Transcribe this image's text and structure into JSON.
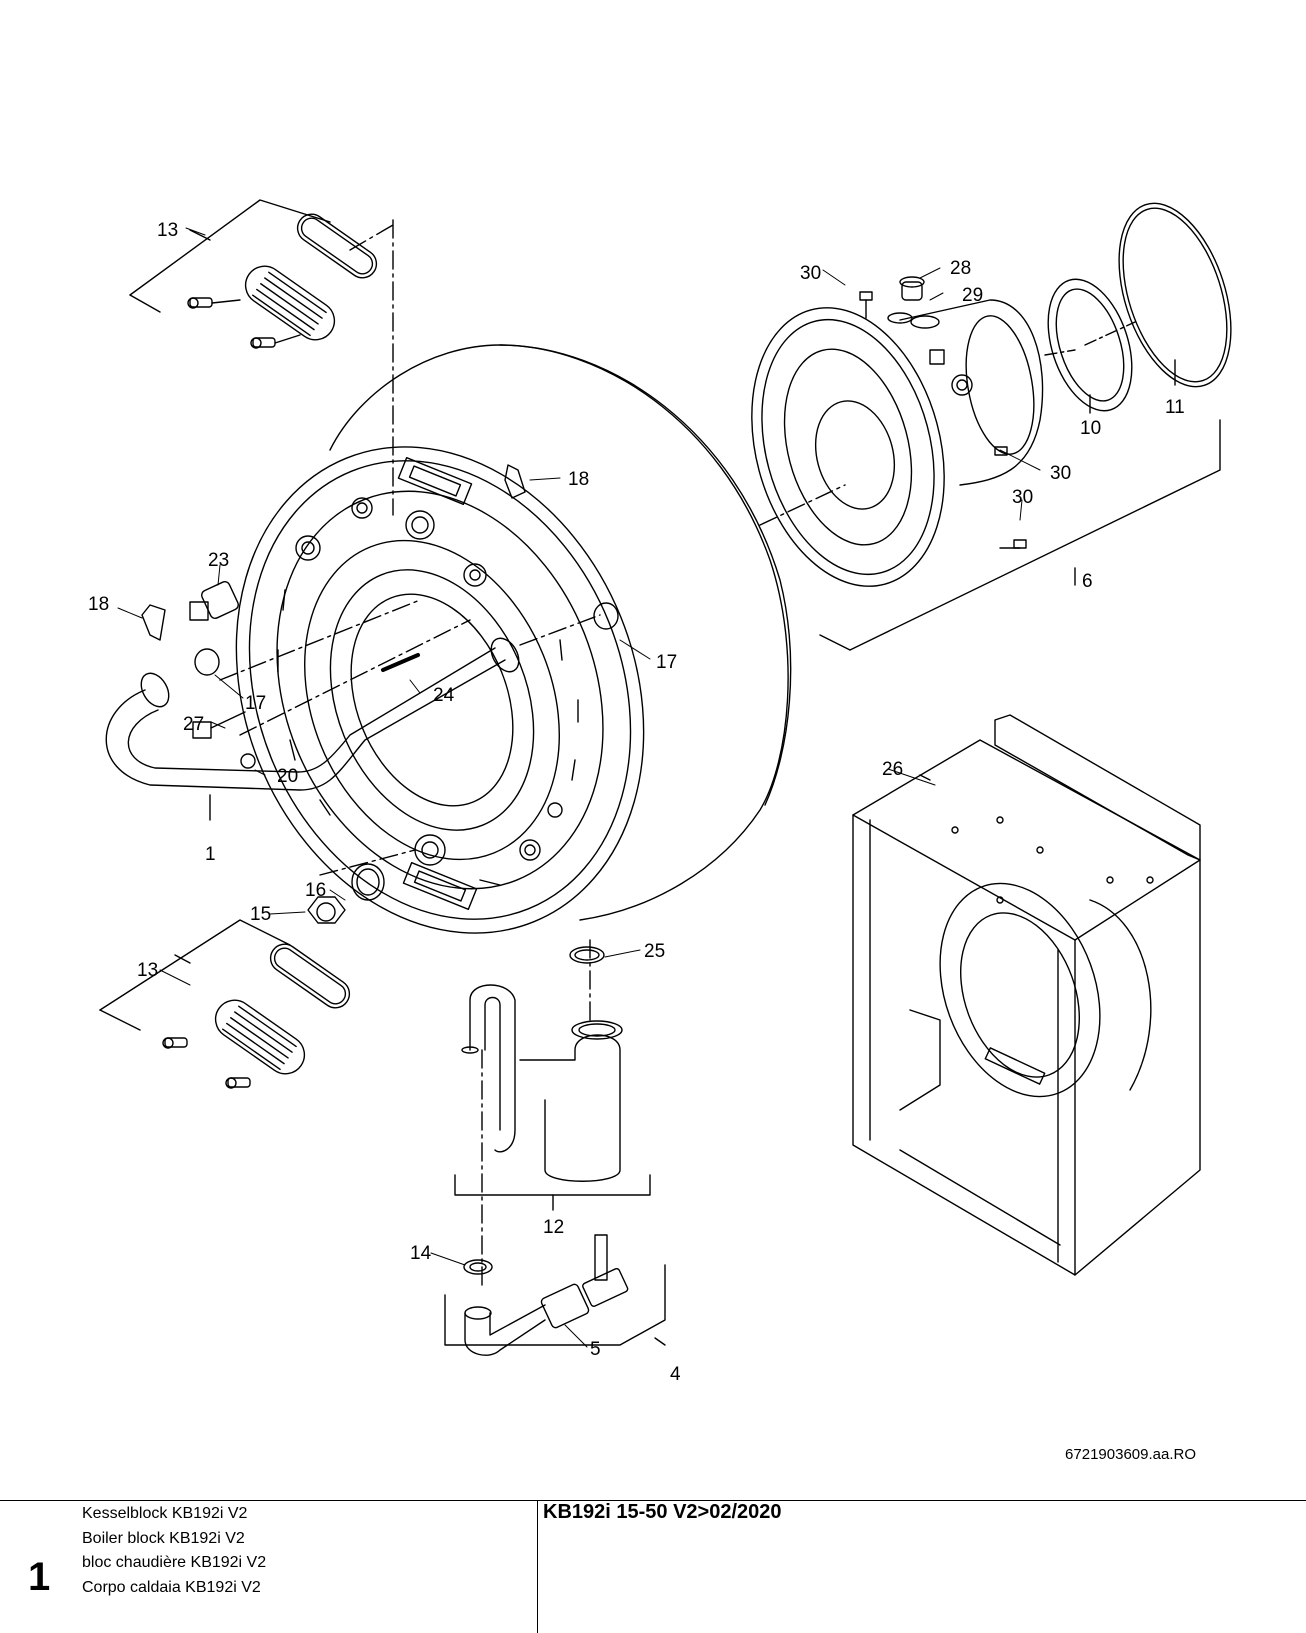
{
  "diagram": {
    "callouts": [
      "13",
      "30",
      "28",
      "29",
      "11",
      "10",
      "18",
      "30",
      "23",
      "18",
      "17",
      "30",
      "24",
      "17",
      "27",
      "6",
      "20",
      "26",
      "1",
      "16",
      "15",
      "25",
      "13",
      "12",
      "14",
      "5",
      "4"
    ],
    "drawing_ref": "6721903609.aa.RO"
  },
  "footer": {
    "page_number": "1",
    "titles": [
      "Kesselblock KB192i V2",
      "Boiler block KB192i V2",
      "bloc chaudière KB192i V2",
      "Corpo caldaia KB192i V2"
    ],
    "model": "KB192i 15-50 V2>02/2020"
  }
}
